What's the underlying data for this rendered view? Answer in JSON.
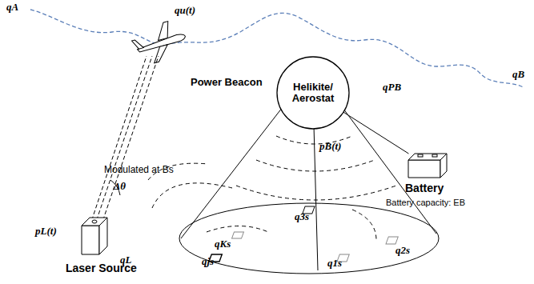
{
  "diagram": {
    "nodes": [
      {
        "text": [
          "Helikite/ Aerostat"
        ]
      },
      {
        "text": [
          "Laser Source"
        ]
      },
      {
        "text": [
          "Battery",
          "Battery capacity: EB"
        ]
      }
    ],
    "edges": [
      {
        "from": 0,
        "to": 2,
        "arrow": "none"
      }
    ],
    "labels": [
      "qA",
      "qu(t)",
      "qB",
      "qPB",
      "Power Beacon",
      "pB(t)",
      "Modulated at Bs",
      "Δθ",
      "pL(t)",
      "qL",
      "q3s",
      "qKs",
      "q2s",
      "qjs",
      "q1s"
    ]
  }
}
